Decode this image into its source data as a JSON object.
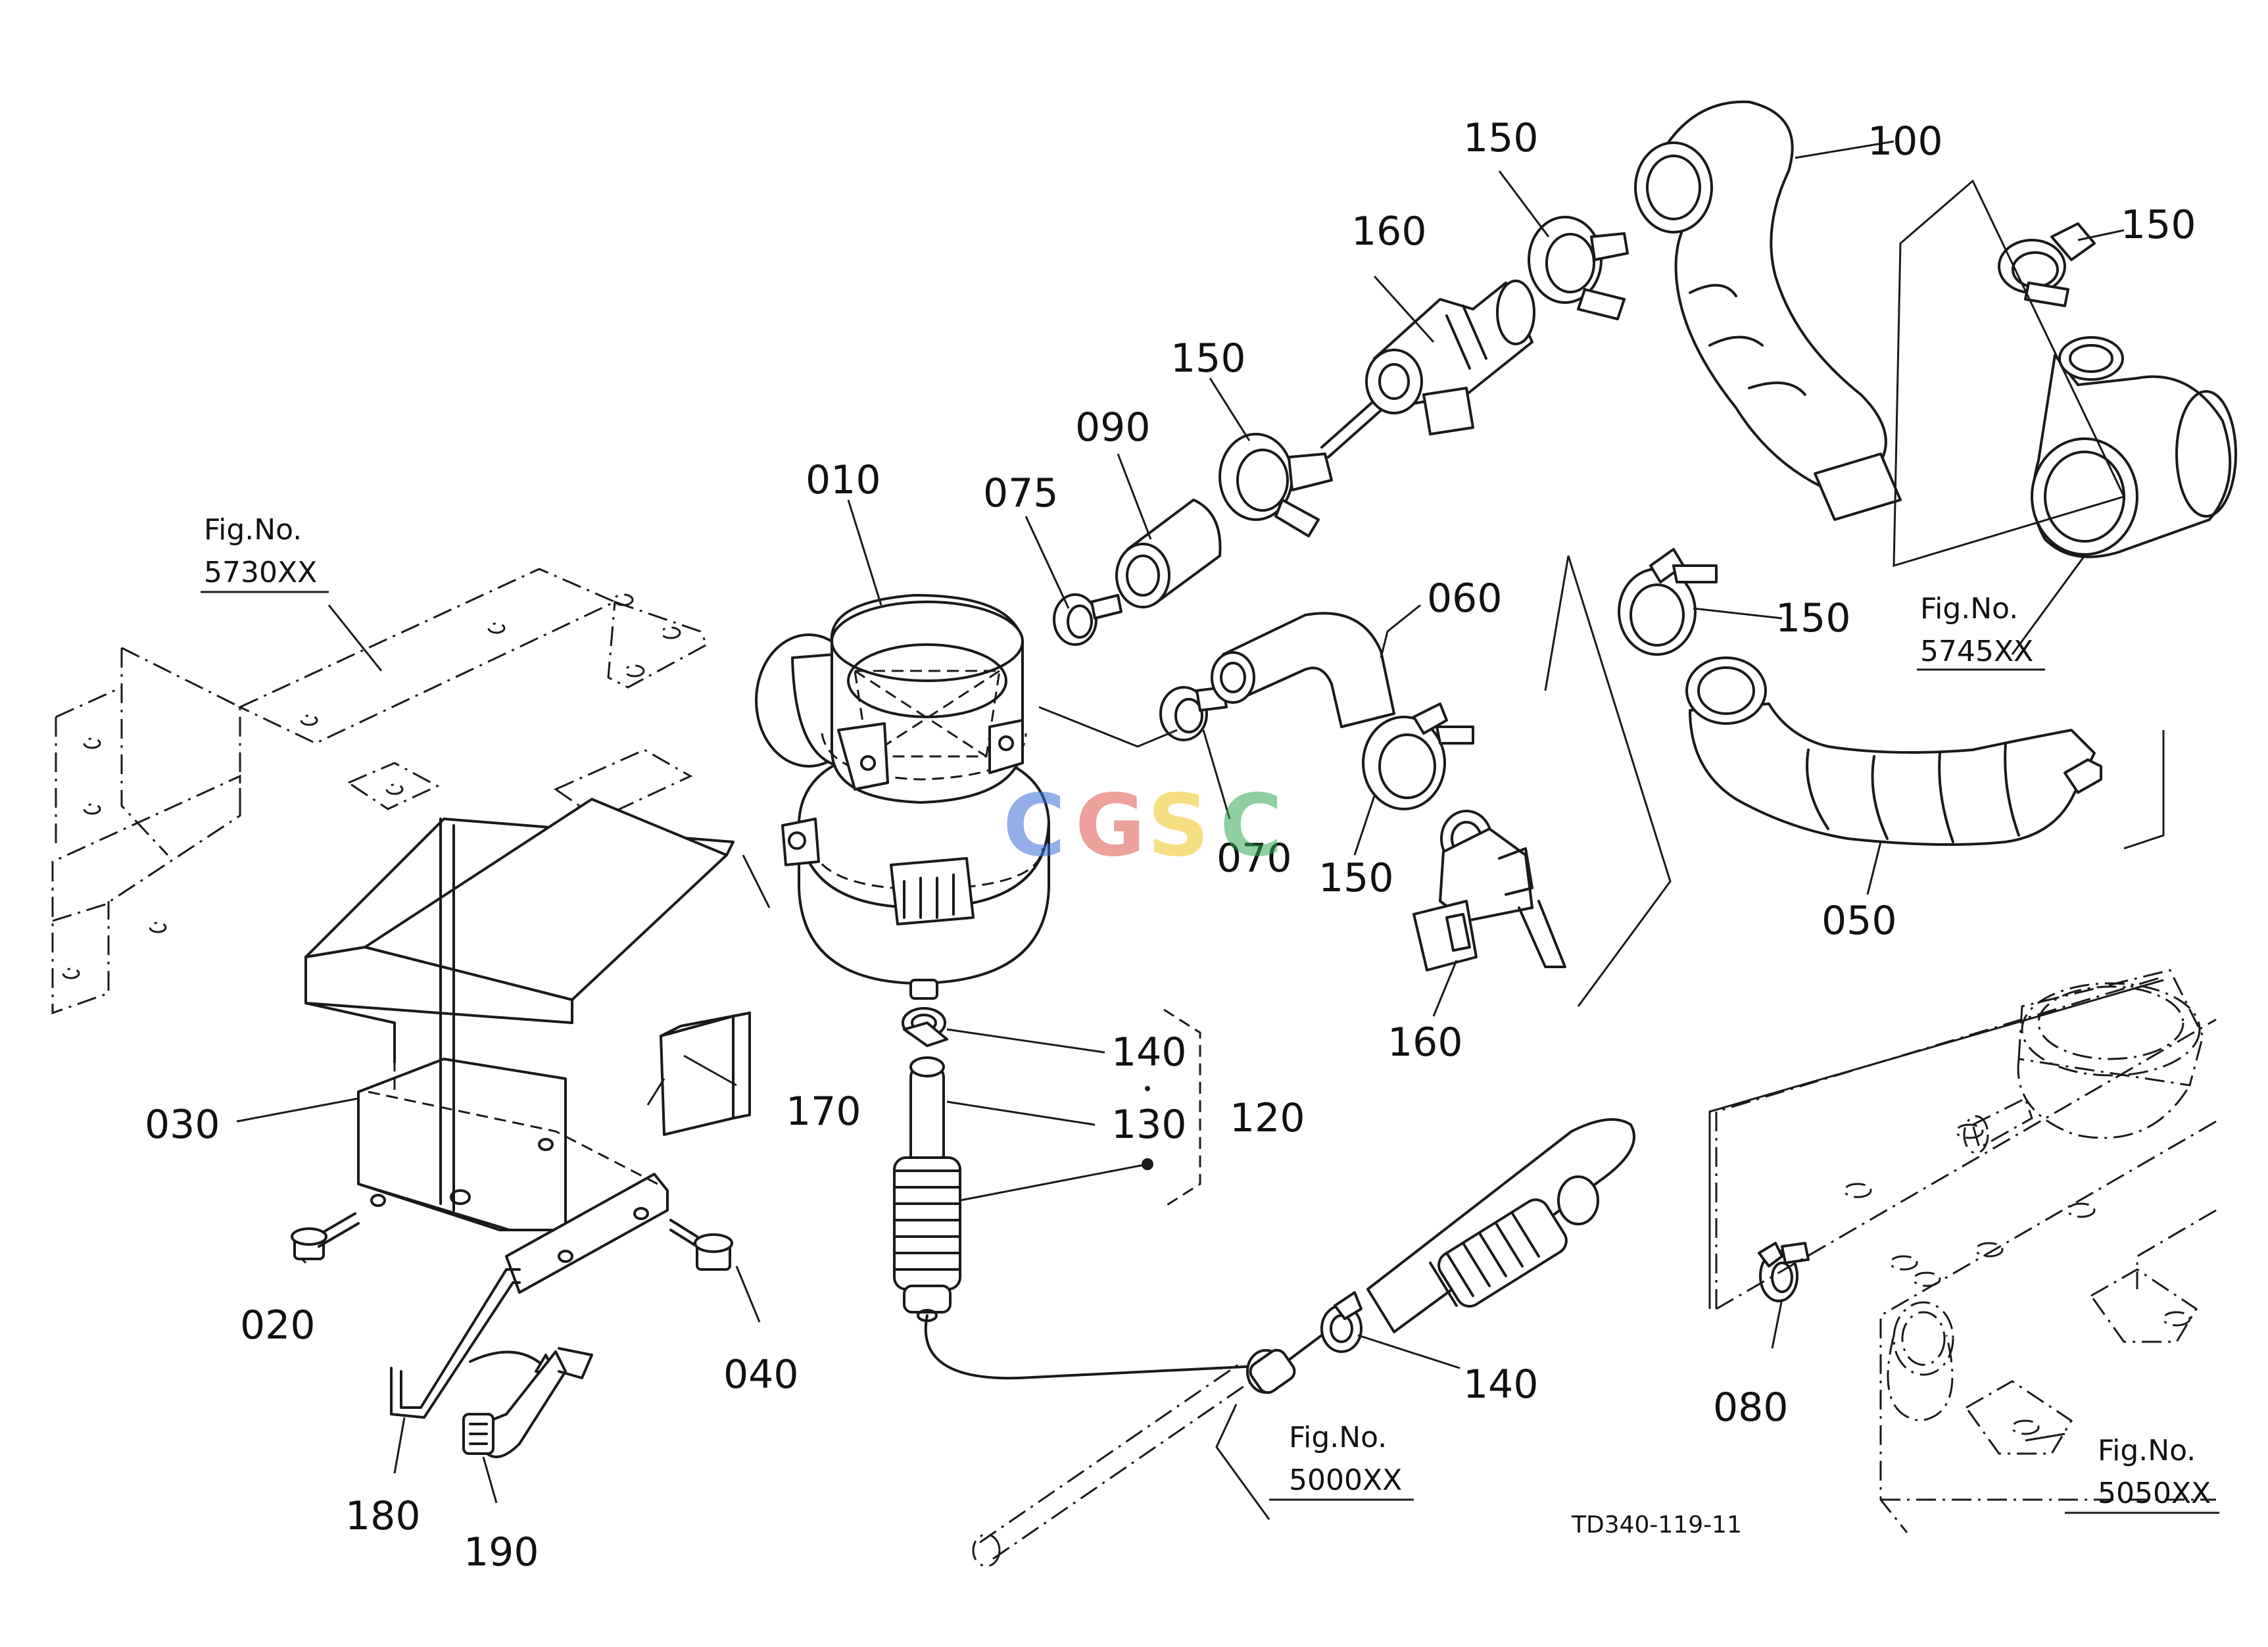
{
  "diagram_code": "TD340-119-11",
  "watermark": {
    "letters": [
      "C",
      "G",
      "S",
      "C"
    ],
    "colors": [
      "#3b6fd8",
      "#e0564a",
      "#f2c41d",
      "#35a853"
    ]
  },
  "part_labels": {
    "p010": "010",
    "p020": "020",
    "p030": "030",
    "p040": "040",
    "p050": "050",
    "p060": "060",
    "p070": "070",
    "p075": "075",
    "p080": "080",
    "p090": "090",
    "p100": "100",
    "p120": "120",
    "p130": "130",
    "p140a": "140",
    "p140b": "140",
    "p150a": "150",
    "p150b": "150",
    "p150c": "150",
    "p150d": "150",
    "p150e": "150",
    "p160a": "160",
    "p160b": "160",
    "p170": "170",
    "p180": "180",
    "p190": "190"
  },
  "fig_refs": {
    "f5730": {
      "prefix": "Fig.No.",
      "number": "5730XX"
    },
    "f5745": {
      "prefix": "Fig.No.",
      "number": "5745XX"
    },
    "f5000": {
      "prefix": "Fig.No.",
      "number": "5000XX"
    },
    "f5050": {
      "prefix": "Fig.No.",
      "number": "5050XX"
    }
  },
  "colors": {
    "line": "#1a1a1a",
    "background": "#ffffff"
  }
}
